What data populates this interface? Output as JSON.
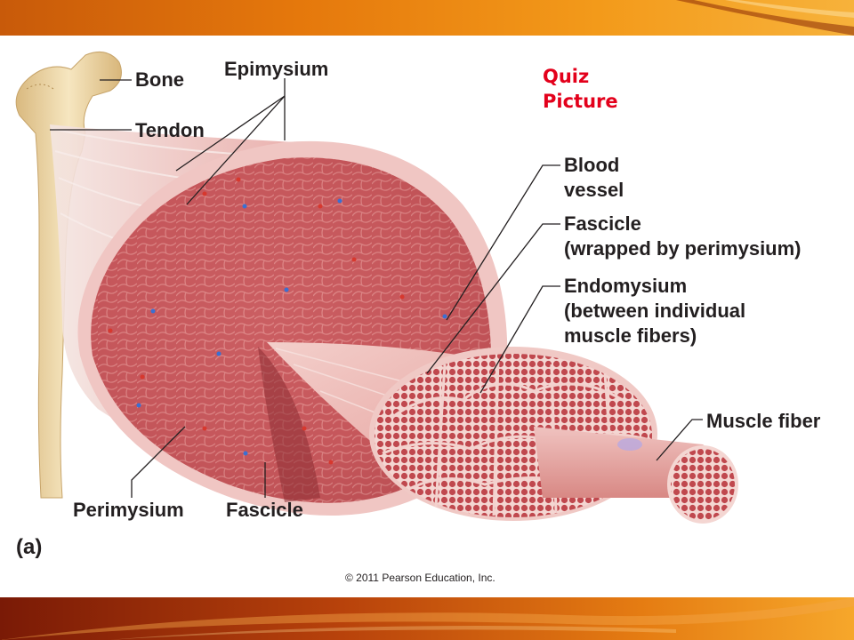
{
  "slide": {
    "quiz_text": "Quiz\nPicture",
    "panel_label": "(a)",
    "copyright": "© 2011 Pearson Education, Inc."
  },
  "labels": {
    "bone": "Bone",
    "tendon": "Tendon",
    "epimysium": "Epimysium",
    "blood_vessel": "Blood\nvessel",
    "fascicle_wrapped": "Fascicle\n(wrapped by perimysium)",
    "endomysium": "Endomysium\n(between individual\nmuscle fibers)",
    "muscle_fiber": "Muscle fiber",
    "perimysium": "Perimysium",
    "fascicle": "Fascicle"
  },
  "colors": {
    "muscle": "#c9565a",
    "muscle_light": "#e59a98",
    "sheath": "#f2c9c6",
    "bone": "#f1dcae",
    "vessel_blue": "#3b6fd1",
    "vessel_red": "#d7382e",
    "quiz_red": "#e3001b"
  }
}
